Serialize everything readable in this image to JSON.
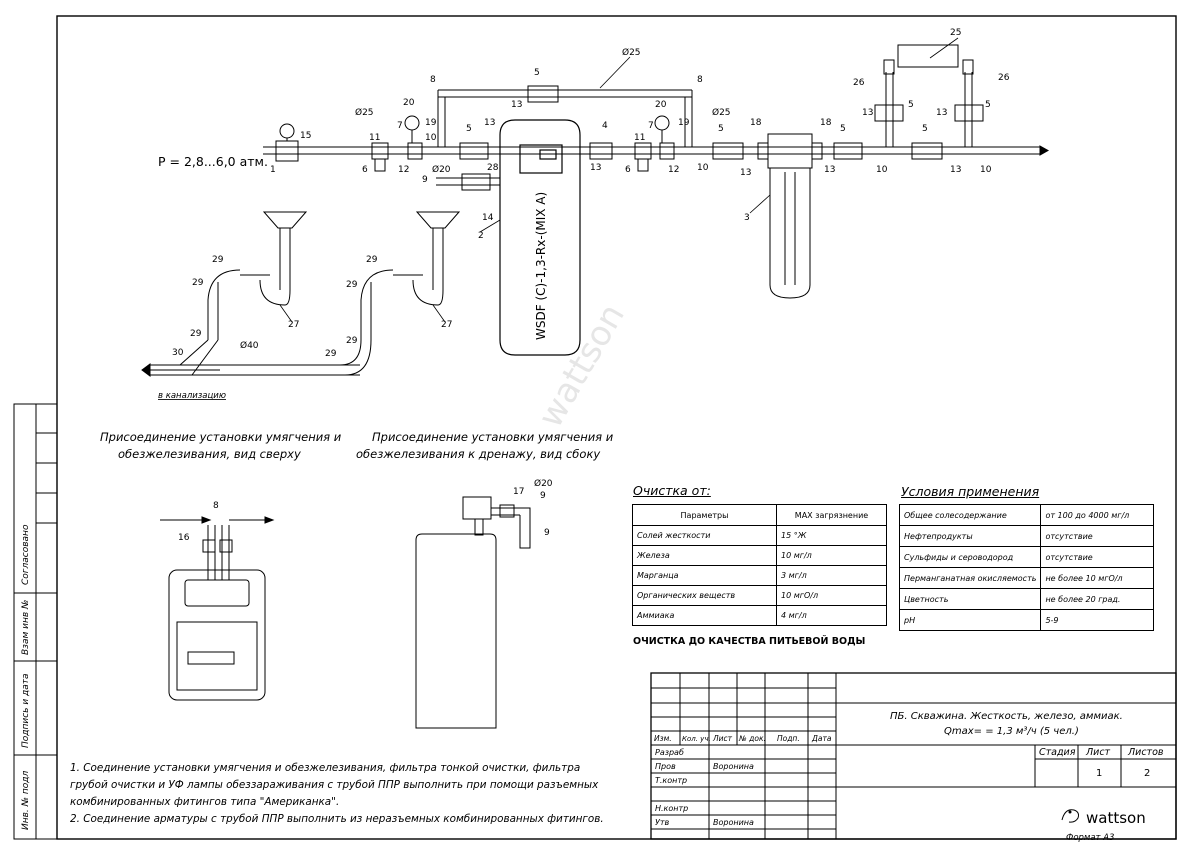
{
  "pressure_label": "P = 2,8...6,0 атм.",
  "drain_label": "в канализацию",
  "unit_label": "WSDF (C)-1,3-Rx-(MIX A)",
  "diameters": {
    "d25_top": "Ø25",
    "d25_left": "Ø25",
    "d25_right": "Ø25",
    "d20_mid": "Ø20",
    "d40": "Ø40",
    "d20_side": "Ø20"
  },
  "callouts": {
    "c1": "1",
    "c2": "2",
    "c3": "3",
    "c4": "4",
    "c5": "5",
    "c6": "6",
    "c7": "7",
    "c8": "8",
    "c9": "9",
    "c10": "10",
    "c11": "11",
    "c12": "12",
    "c13": "13",
    "c14": "14",
    "c15": "15",
    "c16": "16",
    "c17": "17",
    "c18": "18",
    "c19": "19",
    "c20": "20",
    "c25": "25",
    "c26": "26",
    "c27": "27",
    "c28": "28",
    "c29": "29",
    "c30": "30"
  },
  "captions": {
    "top_view": [
      "Присоединение установки умягчения и",
      "обезжелезивания, вид сверху"
    ],
    "side_view": [
      "Присоединение установки умягчения и",
      "обезжелезивания к дренажу, вид сбоку"
    ]
  },
  "cleaning": {
    "title": "Очистка от:",
    "headers": [
      "Параметры",
      "MAX загрязнение"
    ],
    "rows": [
      [
        "Солей жесткости",
        "15 °Ж"
      ],
      [
        "Железа",
        "10 мг/л"
      ],
      [
        "Марганца",
        "3 мг/л"
      ],
      [
        "Органических веществ",
        "10 мгО/л"
      ],
      [
        "Аммиака",
        "4 мг/л"
      ]
    ]
  },
  "conditions": {
    "title": "Условия применения",
    "rows": [
      [
        "Общее солесодержание",
        "от 100 до 4000 мг/л"
      ],
      [
        "Нефтепродукты",
        "отсутствие"
      ],
      [
        "Сульфиды и сероводород",
        "отсутствие"
      ],
      [
        "Перманганатная окисляемость",
        "не более 10 мгО/л"
      ],
      [
        "Цветность",
        "не более 20 град."
      ],
      [
        "pH",
        "5-9"
      ]
    ]
  },
  "quality_heading": "ОЧИСТКА ДО КАЧЕСТВА ПИТЬЕВОЙ ВОДЫ",
  "notes": [
    "1. Соединение установки умягчения и обезжелезивания, фильтра тонкой очистки, фильтра",
    "грубой очистки и УФ лампы обеззараживания с трубой ППР выполнить при помощи разъемных",
    "комбинированных фитингов типа \"Американка\".",
    "2. Соединение арматуры с трубой ППР выполнить из неразъемных комбинированных фитингов."
  ],
  "side_stamp": [
    "Согласовано",
    "Взам инв №",
    "Подпись и дата",
    "Инв. № подл"
  ],
  "title_block": {
    "description": "ПБ. Скважина. Жесткость, железо, аммиак.",
    "flow": "Qmax= = 1,3 м³/ч (5 чел.)",
    "headers": [
      "Изм.",
      "Кол. уч.",
      "Лист",
      "№ док.",
      "Подп.",
      "Дата"
    ],
    "roles": [
      "Разраб",
      "Пров",
      "Т.контр",
      "",
      "Н.контр",
      "Утв"
    ],
    "names": [
      "",
      "Воронина",
      "",
      "",
      "",
      "Воронина"
    ],
    "stage_headers": [
      "Стадия",
      "Лист",
      "Листов"
    ],
    "sheet": "1",
    "sheets": "2",
    "company": "wattson",
    "format": "Формат А3"
  },
  "watermark": "wattson"
}
